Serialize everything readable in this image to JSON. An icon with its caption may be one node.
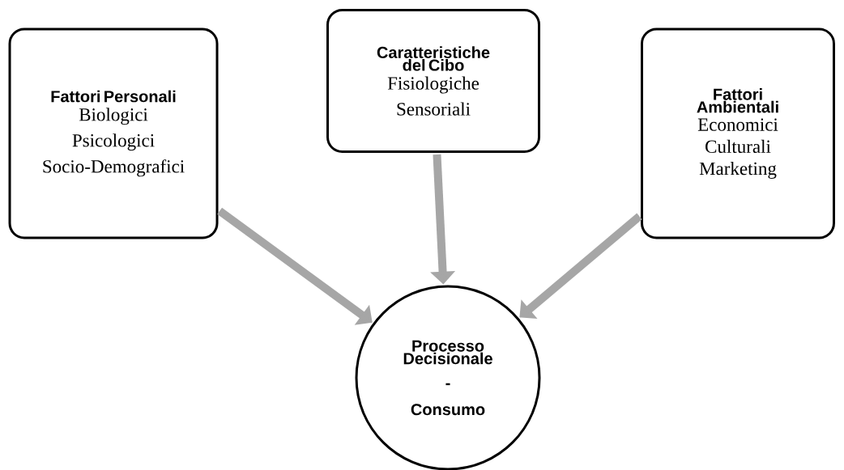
{
  "diagram": {
    "nodes": [
      {
        "text": [
          "Fattori Personali",
          "Biologici",
          "Psicologici",
          "Socio-Demografici"
        ]
      },
      {
        "text": [
          "Caratteristiche del Cibo",
          "Fisiologiche",
          "Sensoriali"
        ]
      },
      {
        "text": [
          "Fattori Ambientali",
          "Economici",
          "Culturali",
          "Marketing"
        ]
      },
      {
        "text": [
          "Processo Decisionale",
          "-",
          "Consumo"
        ]
      }
    ],
    "edges": [
      {
        "from": 0,
        "to": 3,
        "arrow": "to"
      },
      {
        "from": 1,
        "to": 3,
        "arrow": "to"
      },
      {
        "from": 2,
        "to": 3,
        "arrow": "to"
      }
    ]
  }
}
